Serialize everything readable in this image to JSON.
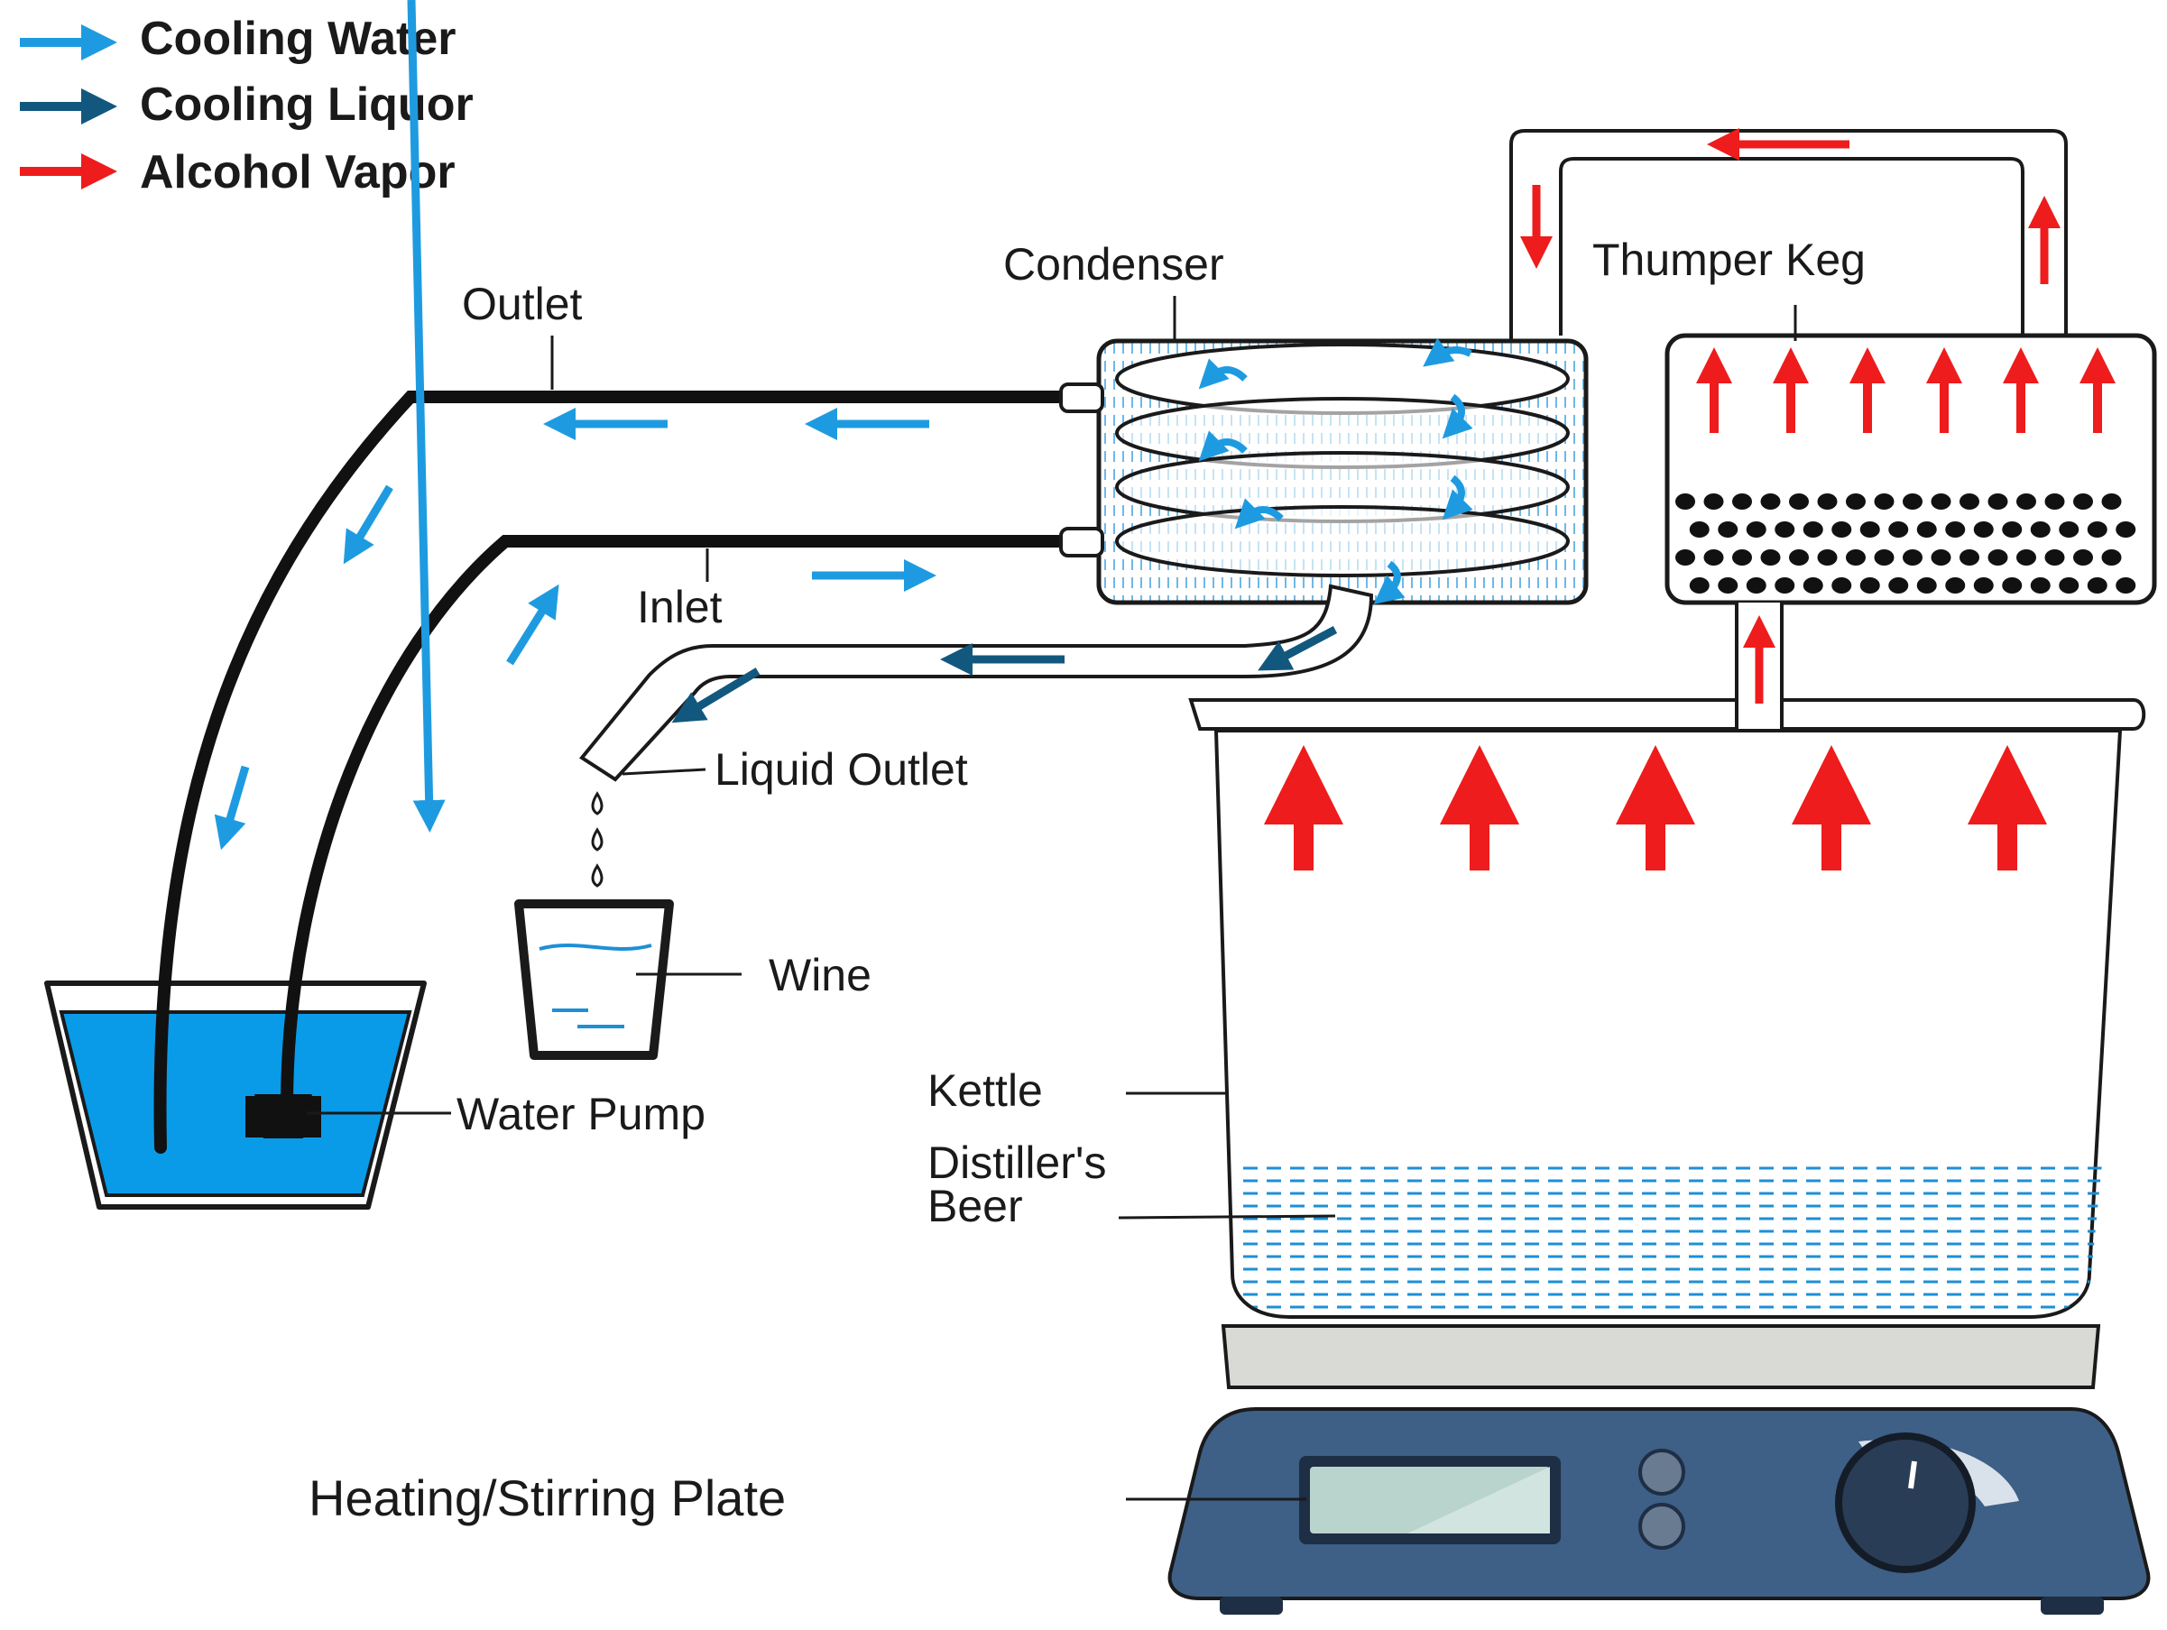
{
  "legend": [
    {
      "label": "Cooling Water",
      "color": "#1e9be0"
    },
    {
      "label": "Cooling Liquor",
      "color": "#12587e"
    },
    {
      "label": "Alcohol Vapor",
      "color": "#ee1c1c"
    }
  ],
  "labels": {
    "condenser": "Condenser",
    "thumper_keg": "Thumper Keg",
    "outlet": "Outlet",
    "inlet": "Inlet",
    "liquid_outlet": "Liquid Outlet",
    "wine": "Wine",
    "water_pump": "Water Pump",
    "kettle": "Kettle",
    "distillers_beer_line1": "Distiller's",
    "distillers_beer_line2": "Beer",
    "heating_plate": "Heating/Stirring Plate"
  },
  "colors": {
    "cooling_water": "#1e9be0",
    "cooling_liquor": "#12587e",
    "alcohol_vapor": "#ee1c1c",
    "reservoir_water": "#0a9be8",
    "plate_body": "#3e5f86",
    "plate_top": "#d9d9d6"
  }
}
